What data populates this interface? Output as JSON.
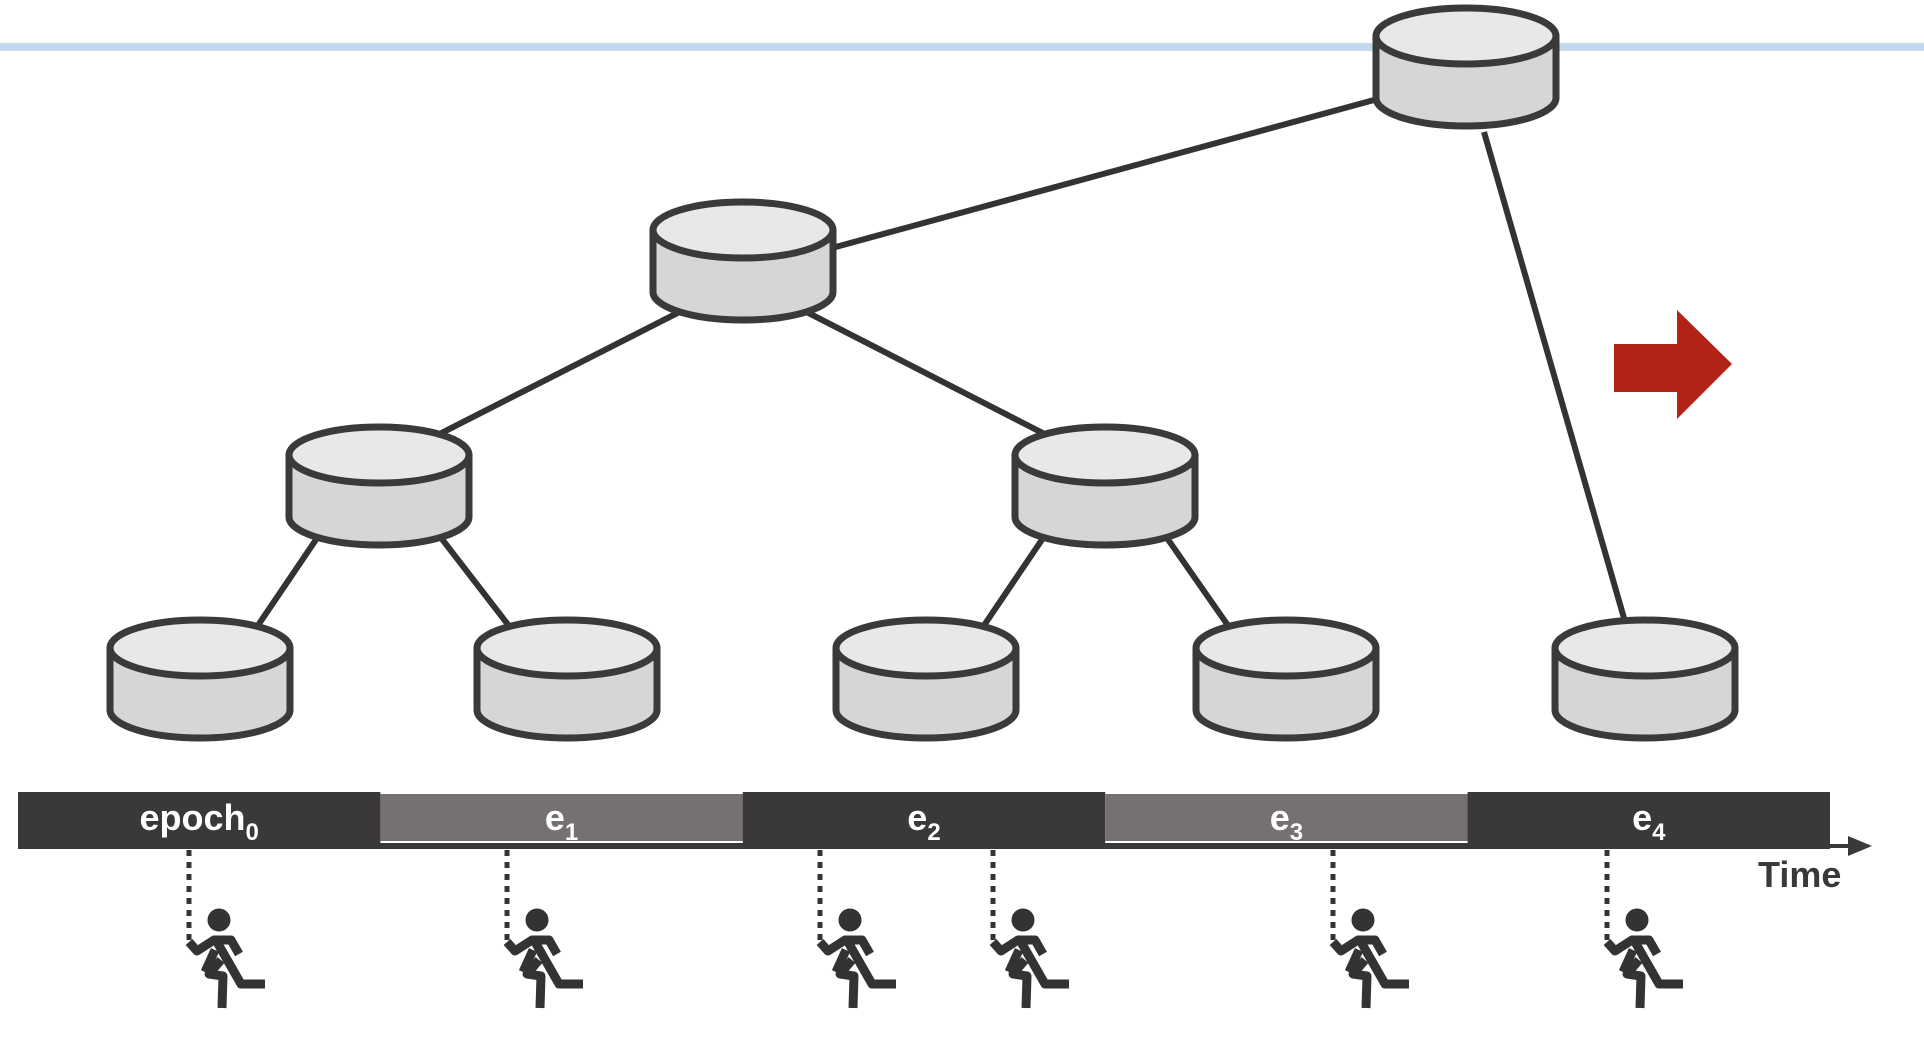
{
  "colors": {
    "top_line": "#c5d9ee",
    "node_outline": "#3a3a3a",
    "node_top": "#e8e8e8",
    "node_body": "#d6d6d6",
    "edge": "#333333",
    "arrow": "#b22217",
    "epoch_dark": "#3a3839",
    "epoch_light": "#747170",
    "figure": "#333333"
  },
  "nodes": [
    {
      "id": "root"
    },
    {
      "id": "level1"
    },
    {
      "id": "level2-left"
    },
    {
      "id": "level2-right"
    },
    {
      "id": "leaf-0"
    },
    {
      "id": "leaf-1"
    },
    {
      "id": "leaf-2"
    },
    {
      "id": "leaf-3"
    },
    {
      "id": "leaf-4"
    }
  ],
  "edges": [
    [
      "root",
      "level1"
    ],
    [
      "root",
      "leaf-4"
    ],
    [
      "level1",
      "level2-left"
    ],
    [
      "level1",
      "level2-right"
    ],
    [
      "level2-left",
      "leaf-0"
    ],
    [
      "level2-left",
      "leaf-1"
    ],
    [
      "level2-right",
      "leaf-2"
    ],
    [
      "level2-right",
      "leaf-3"
    ]
  ],
  "timeline": {
    "epochs": [
      {
        "base": "epoch",
        "sub": "0",
        "shade": "dark"
      },
      {
        "base": "e",
        "sub": "1",
        "shade": "light"
      },
      {
        "base": "e",
        "sub": "2",
        "shade": "dark"
      },
      {
        "base": "e",
        "sub": "3",
        "shade": "light"
      },
      {
        "base": "e",
        "sub": "4",
        "shade": "dark"
      }
    ],
    "axis_label": "Time",
    "runner_icon": "runner-icon",
    "runner_count": 6
  },
  "arrow_icon": "right-arrow-icon"
}
